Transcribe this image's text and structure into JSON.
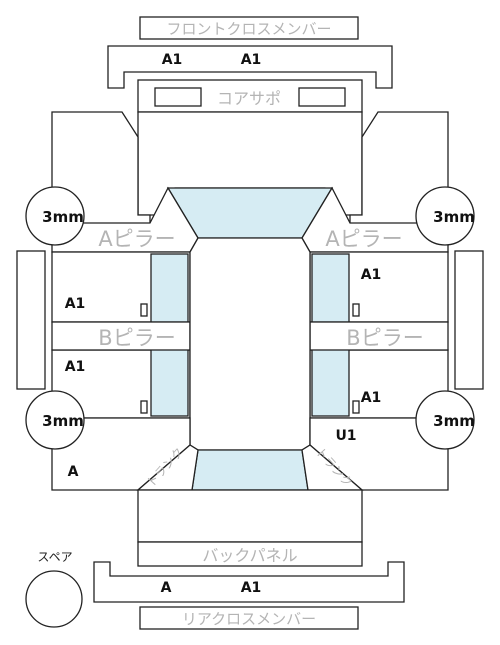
{
  "parts": {
    "front_cross_member": "フロントクロスメンバー",
    "core_support": "コアサポ",
    "a_pillar_left": "Aピラー",
    "a_pillar_right": "Aピラー",
    "b_pillar_left": "Bピラー",
    "b_pillar_right": "Bピラー",
    "back_panel": "バックパネル",
    "rear_cross_member": "リアクロスメンバー",
    "spare": "スペア",
    "trunk_left": "トランク",
    "trunk_right": "トランク"
  },
  "marks": {
    "front_cross_left": "A1",
    "front_cross_right": "A1",
    "left_front_door": "A1",
    "left_rear_door": "A1",
    "right_front_door": "A1",
    "right_rear_door": "A1",
    "right_quarter": "U1",
    "left_quarter": "A",
    "rear_cross_left": "A",
    "rear_cross_right": "A1"
  },
  "tires": {
    "front_left": "3mm",
    "front_right": "3mm",
    "rear_left": "3mm",
    "rear_right": "3mm"
  }
}
